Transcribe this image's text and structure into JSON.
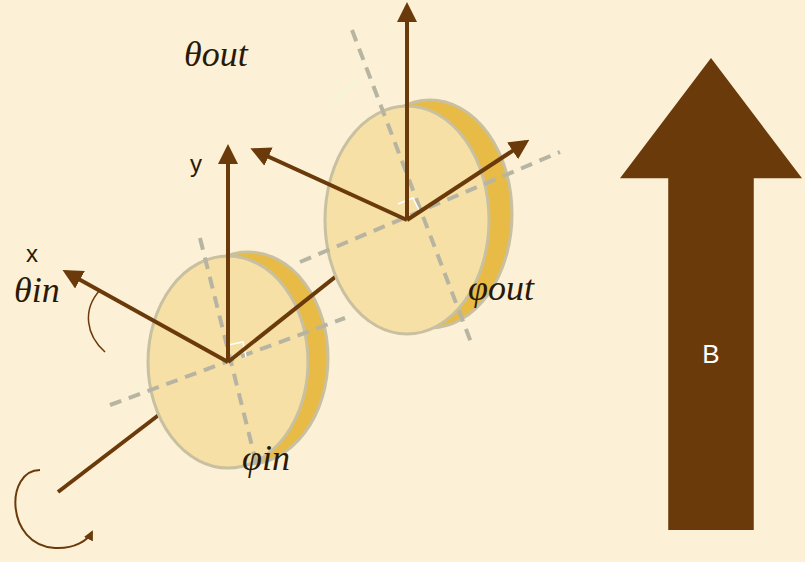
{
  "diagram": {
    "nodes": [
      {
        "text": [
          "B"
        ]
      }
    ],
    "labels": [
      "x",
      "y",
      "θin",
      "θout",
      "φin",
      "φout"
    ]
  }
}
